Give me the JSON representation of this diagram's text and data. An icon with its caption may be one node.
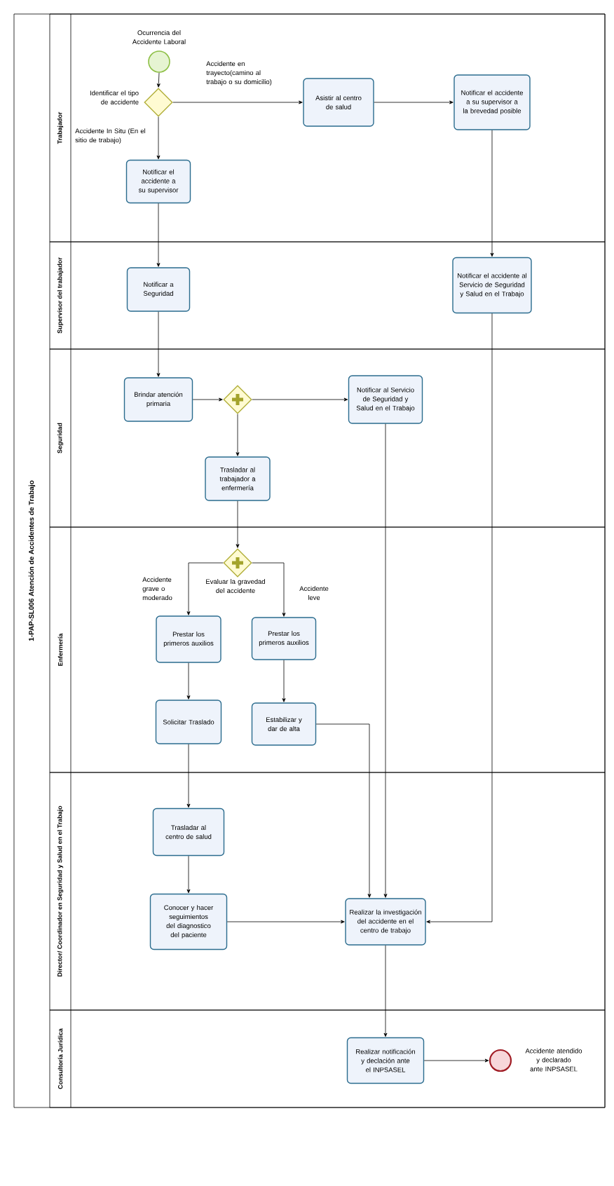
{
  "diagram": {
    "nodes": [
      {
        "text": [
          "1-PAP-SL006 Atención de Accidentes de Trabajo"
        ]
      },
      {
        "text": [
          "Trabajador"
        ],
        "in": 0
      },
      {
        "text": [
          "Supervisor del trabajador"
        ],
        "in": 0
      },
      {
        "text": [
          "Seguridad"
        ],
        "in": 0
      },
      {
        "text": [
          "Enfermería"
        ],
        "in": 0
      },
      {
        "text": [
          "Director/ Coordinador en Seguridad y Salud en el Trabajo"
        ],
        "in": 0
      },
      {
        "text": [
          "Consultoría Jurídica"
        ],
        "in": 0
      },
      {
        "text": [],
        "shape": "circle",
        "beside": [
          "Ocurrencia del Accidente Laboral"
        ],
        "in": 1
      },
      {
        "text": [],
        "shape": "diamond",
        "beside": [
          "Identificar el tipo de accidente"
        ],
        "in": 1
      },
      {
        "text": [
          "Asistir al centro de salud"
        ],
        "in": 1
      },
      {
        "text": [
          "Notificar el accidente a su supervisor a la brevedad posible"
        ],
        "in": 1
      },
      {
        "text": [
          "Notificar el accidente a su supervisor"
        ],
        "in": 1
      },
      {
        "text": [
          "Notificar a Seguridad"
        ],
        "in": 2
      },
      {
        "text": [
          "Notificar el accidente al Servicio de Seguridad y Salud en el Trabajo"
        ],
        "in": 2
      },
      {
        "text": [
          "Brindar atención primaria"
        ],
        "in": 3
      },
      {
        "text": [],
        "shape": "gateway",
        "in": 3
      },
      {
        "text": [
          "Notificar al Servicio de Seguridad y Salud en el Trabajo"
        ],
        "in": 3
      },
      {
        "text": [
          "Trasladar al trabajador a enfermería"
        ],
        "in": 3
      },
      {
        "text": [],
        "shape": "gateway",
        "beside": [
          "Evaluar la gravedad del accidente"
        ],
        "in": 4
      },
      {
        "text": [
          "Prestar los primeros auxilios"
        ],
        "in": 4
      },
      {
        "text": [
          "Prestar los primeros auxilios"
        ],
        "in": 4
      },
      {
        "text": [
          "Solicitar Traslado"
        ],
        "in": 4
      },
      {
        "text": [
          "Estabilizar y dar de alta"
        ],
        "in": 4
      },
      {
        "text": [
          "Trasladar al centro de salud"
        ],
        "in": 5
      },
      {
        "text": [
          "Conocer y hacer seguimientos del diagnostico del paciente"
        ],
        "in": 5
      },
      {
        "text": [
          "Realizar la investigación del accidente en el centro de trabajo"
        ],
        "in": 5
      },
      {
        "text": [
          "Realizar notificación y declación ante el INPSASEL"
        ],
        "in": 6
      },
      {
        "text": [],
        "shape": "circle",
        "beside": [
          "Accidente atendido y declarado ante INPSASEL"
        ],
        "in": 6
      }
    ],
    "edges": [
      {
        "from": 7,
        "to": 8,
        "arrow": "to"
      },
      {
        "from": 8,
        "to": 9,
        "arrow": "to",
        "label": "Accidente en trayecto(camino al trabajo o su domicilio)"
      },
      {
        "from": 8,
        "to": 11,
        "arrow": "to",
        "label": "Accidente In Situ (En el sitio de trabajo)"
      },
      {
        "from": 9,
        "to": 10,
        "arrow": "to"
      },
      {
        "from": 10,
        "to": 13,
        "arrow": "to"
      },
      {
        "from": 11,
        "to": 12,
        "arrow": "to"
      },
      {
        "from": 12,
        "to": 14,
        "arrow": "to"
      },
      {
        "from": 14,
        "to": 15,
        "arrow": "to"
      },
      {
        "from": 15,
        "to": 16,
        "arrow": "to"
      },
      {
        "from": 15,
        "to": 17,
        "arrow": "to"
      },
      {
        "from": 17,
        "to": 18,
        "arrow": "to"
      },
      {
        "from": 18,
        "to": 19,
        "arrow": "to",
        "label": "Accidente grave o moderado"
      },
      {
        "from": 18,
        "to": 20,
        "arrow": "to",
        "label": "Accidente leve"
      },
      {
        "from": 19,
        "to": 21,
        "arrow": "to"
      },
      {
        "from": 20,
        "to": 22,
        "arrow": "to"
      },
      {
        "from": 21,
        "to": 23,
        "arrow": "to"
      },
      {
        "from": 23,
        "to": 24,
        "arrow": "to"
      },
      {
        "from": 24,
        "to": 25,
        "arrow": "to"
      },
      {
        "from": 22,
        "to": 25,
        "arrow": "to"
      },
      {
        "from": 16,
        "to": 25,
        "arrow": "to"
      },
      {
        "from": 13,
        "to": 25,
        "arrow": "to"
      },
      {
        "from": 25,
        "to": 26,
        "arrow": "to"
      },
      {
        "from": 26,
        "to": 27,
        "arrow": "to"
      }
    ]
  }
}
